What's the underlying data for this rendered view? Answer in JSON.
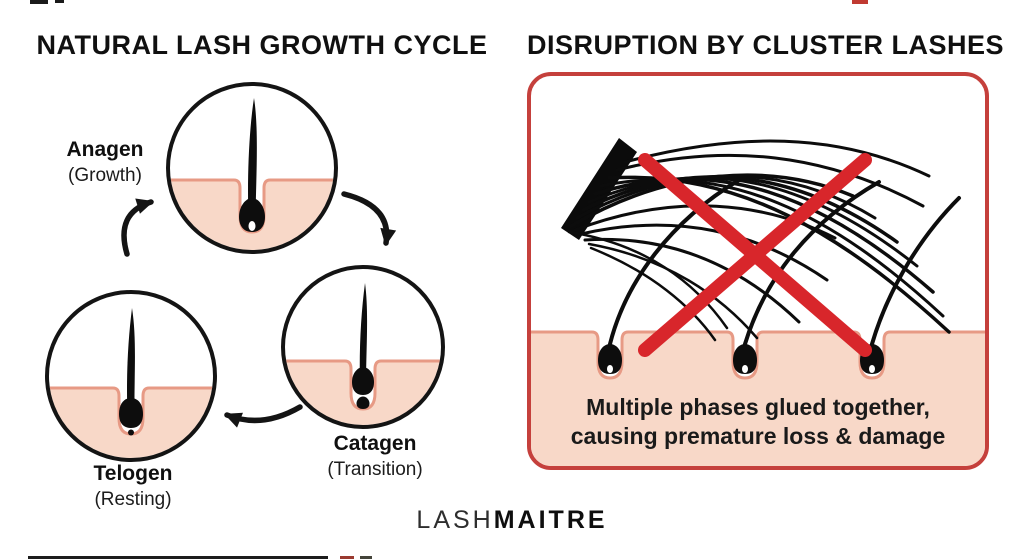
{
  "left": {
    "title": "NATURAL LASH GROWTH CYCLE",
    "stages": [
      {
        "name": "Anagen",
        "sub": "(Growth)"
      },
      {
        "name": "Catagen",
        "sub": "(Transition)"
      },
      {
        "name": "Telogen",
        "sub": "(Resting)"
      }
    ]
  },
  "right": {
    "title": "DISRUPTION BY CLUSTER LASHES",
    "caption_lines": [
      "Multiple phases glued together,",
      "causing premature loss & damage"
    ]
  },
  "logo": {
    "part1": "LASH",
    "part2": "MAITRE"
  },
  "colors": {
    "skin": "#f8d8c8",
    "skin_line": "#e79a85",
    "ink": "#111111",
    "cross_red": "#d8262b",
    "panel_border_red": "#c5403c"
  }
}
